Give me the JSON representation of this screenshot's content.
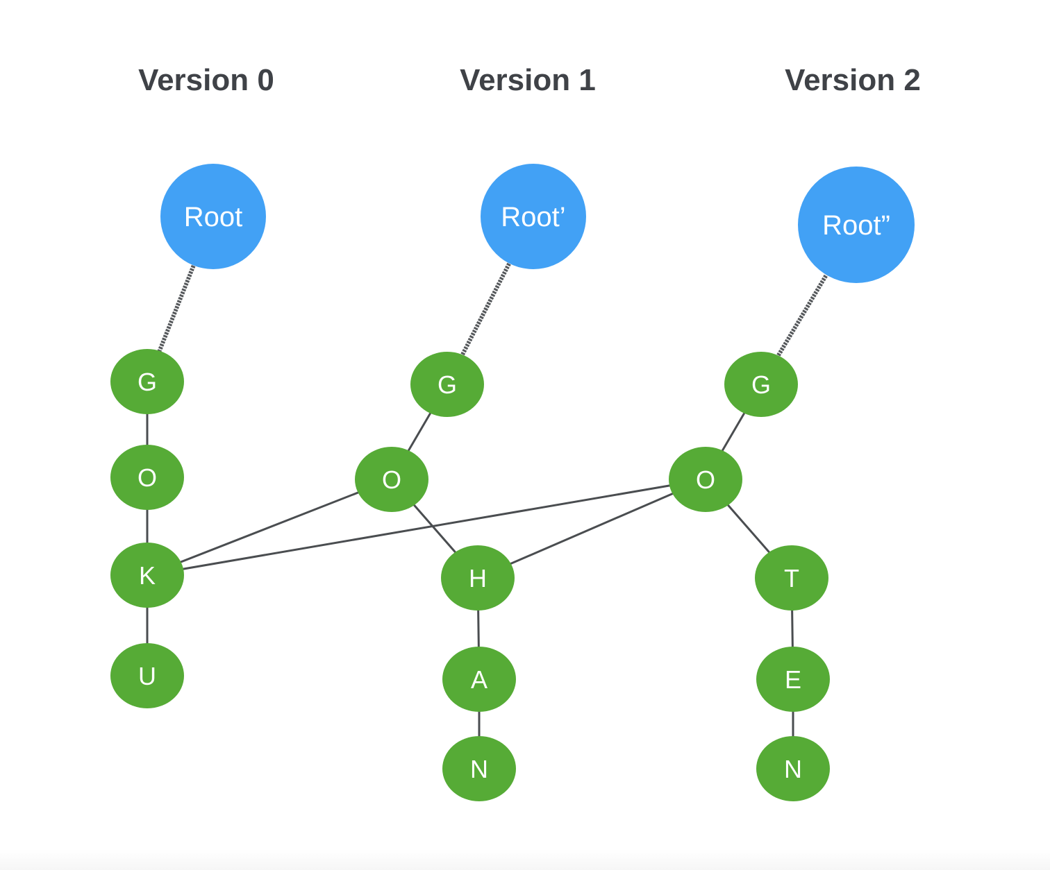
{
  "titles": [
    {
      "id": "v0",
      "text": "Version 0"
    },
    {
      "id": "v1",
      "text": "Version 1"
    },
    {
      "id": "v2",
      "text": "Version 2"
    }
  ],
  "colors": {
    "root": "#42a1f5",
    "node": "#56ab36",
    "edge": "#4a4d50",
    "title": "#3f4247"
  },
  "nodes": [
    {
      "id": "root0",
      "label": "Root",
      "kind": "root",
      "version": 0
    },
    {
      "id": "root1",
      "label": "Root’",
      "kind": "root",
      "version": 1
    },
    {
      "id": "root2",
      "label": "Root”",
      "kind": "root",
      "version": 2
    },
    {
      "id": "g0",
      "label": "G",
      "kind": "letter",
      "version": 0
    },
    {
      "id": "o0",
      "label": "O",
      "kind": "letter",
      "version": 0
    },
    {
      "id": "k0",
      "label": "K",
      "kind": "letter",
      "version": 0
    },
    {
      "id": "u0",
      "label": "U",
      "kind": "letter",
      "version": 0
    },
    {
      "id": "g1",
      "label": "G",
      "kind": "letter",
      "version": 1
    },
    {
      "id": "o1",
      "label": "O",
      "kind": "letter",
      "version": 1
    },
    {
      "id": "h1",
      "label": "H",
      "kind": "letter",
      "version": 1
    },
    {
      "id": "a1",
      "label": "A",
      "kind": "letter",
      "version": 1
    },
    {
      "id": "n1",
      "label": "N",
      "kind": "letter",
      "version": 1
    },
    {
      "id": "g2",
      "label": "G",
      "kind": "letter",
      "version": 2
    },
    {
      "id": "o2",
      "label": "O",
      "kind": "letter",
      "version": 2
    },
    {
      "id": "t2",
      "label": "T",
      "kind": "letter",
      "version": 2
    },
    {
      "id": "e2",
      "label": "E",
      "kind": "letter",
      "version": 2
    },
    {
      "id": "n2",
      "label": "N",
      "kind": "letter",
      "version": 2
    }
  ],
  "edges": [
    {
      "from": "root0",
      "to": "g0",
      "style": "root"
    },
    {
      "from": "root1",
      "to": "g1",
      "style": "root"
    },
    {
      "from": "root2",
      "to": "g2",
      "style": "root"
    },
    {
      "from": "g0",
      "to": "o0"
    },
    {
      "from": "o0",
      "to": "k0"
    },
    {
      "from": "k0",
      "to": "u0"
    },
    {
      "from": "g1",
      "to": "o1"
    },
    {
      "from": "o1",
      "to": "k0"
    },
    {
      "from": "o1",
      "to": "h1"
    },
    {
      "from": "h1",
      "to": "a1"
    },
    {
      "from": "a1",
      "to": "n1"
    },
    {
      "from": "g2",
      "to": "o2"
    },
    {
      "from": "o2",
      "to": "k0"
    },
    {
      "from": "o2",
      "to": "h1"
    },
    {
      "from": "o2",
      "to": "t2"
    },
    {
      "from": "t2",
      "to": "e2"
    },
    {
      "from": "e2",
      "to": "n2"
    }
  ]
}
